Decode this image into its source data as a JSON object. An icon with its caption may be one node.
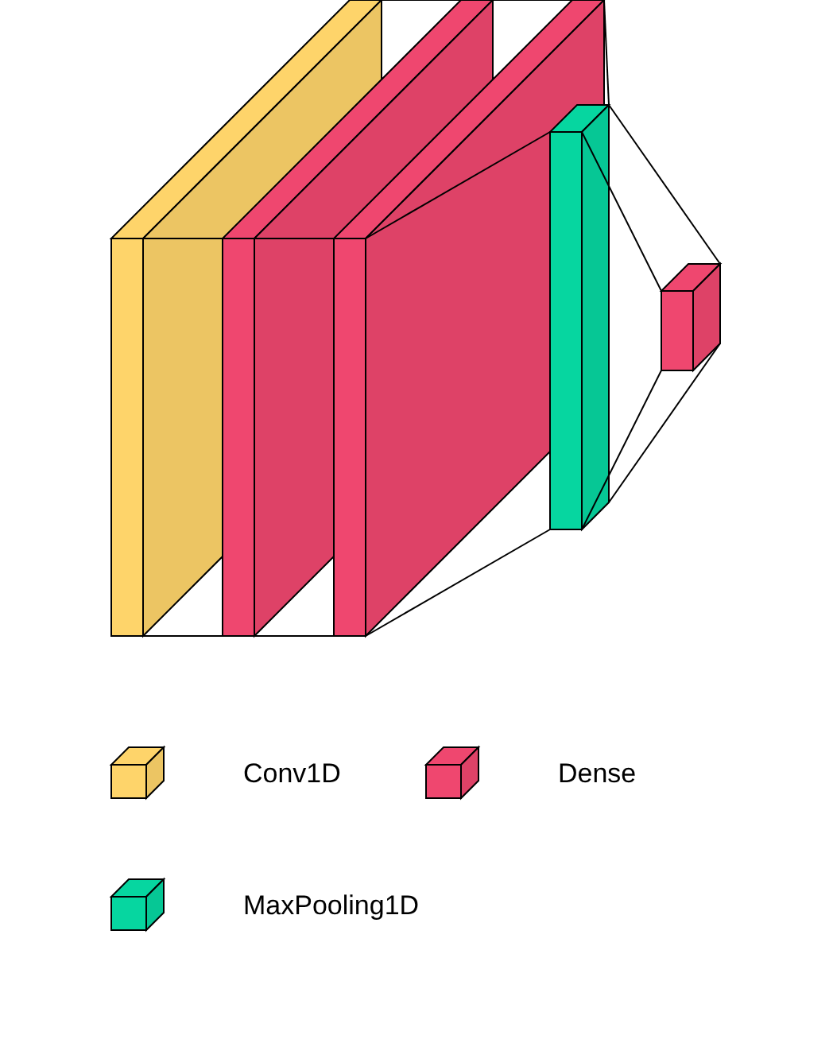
{
  "diagram": {
    "legend": [
      {
        "text": "Conv1D",
        "color": "#fed46a"
      },
      {
        "text": "Dense",
        "color": "#ef476f"
      },
      {
        "text": "MaxPooling1D",
        "color": "#06d6a0"
      }
    ]
  }
}
